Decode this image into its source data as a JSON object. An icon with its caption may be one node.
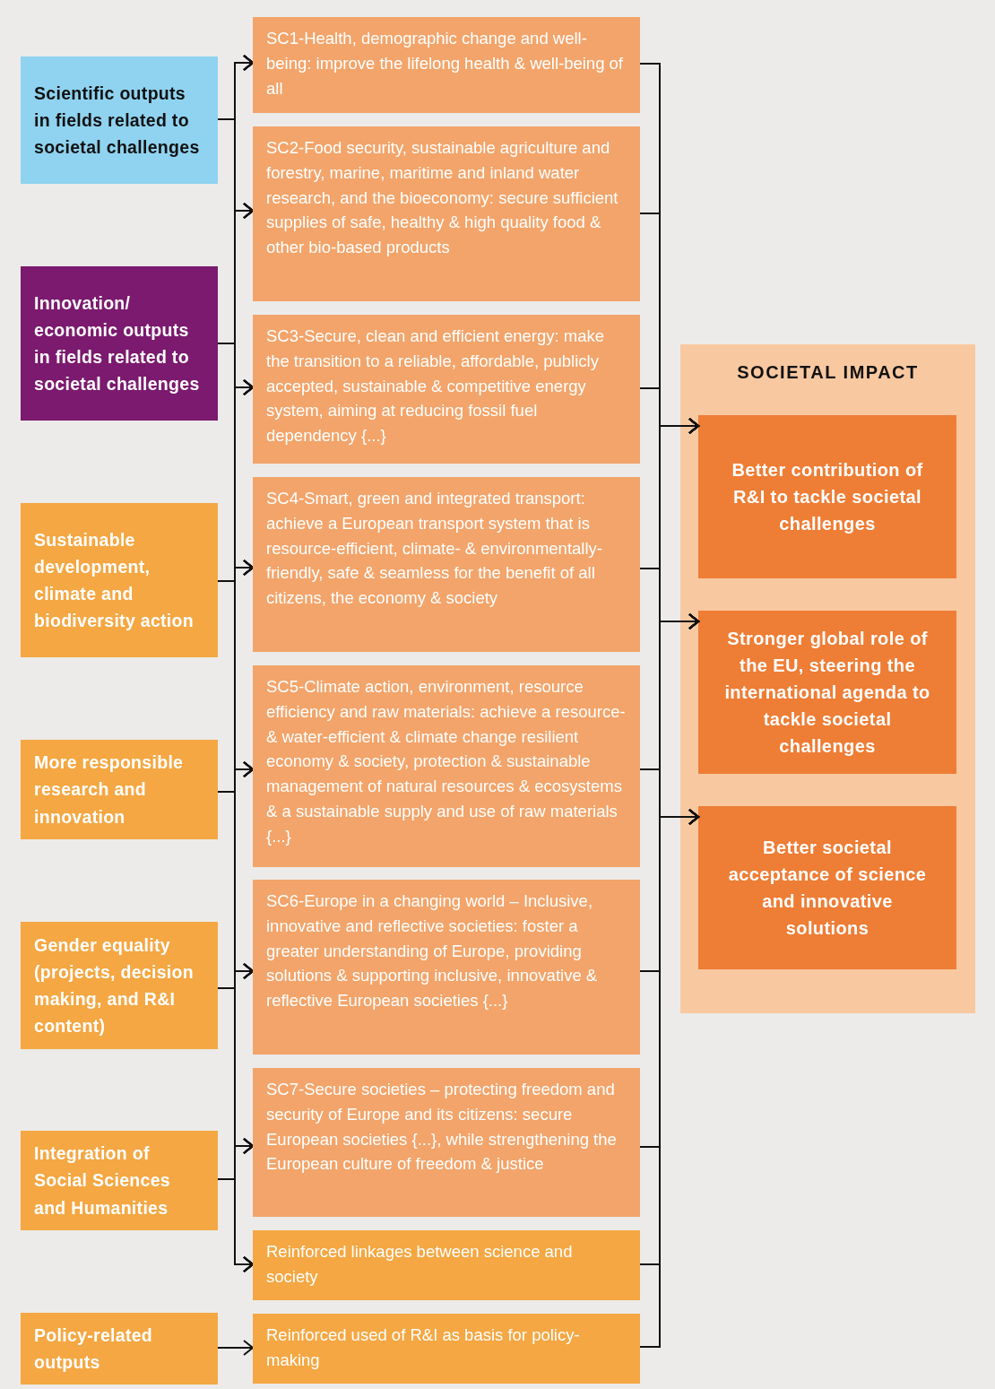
{
  "diagram": {
    "nodes": [
      {
        "text": [
          "Scientific outputs in fields related to societal challenges"
        ]
      },
      {
        "text": [
          "Innovation/ economic outputs in fields related to societal challenges"
        ]
      },
      {
        "text": [
          "Sustainable development, climate and biodiversity action"
        ]
      },
      {
        "text": [
          "More responsible research and innovation"
        ]
      },
      {
        "text": [
          "Gender equality (projects, decision making, and R&I content)"
        ]
      },
      {
        "text": [
          "Integration of Social Sciences and Humanities"
        ]
      },
      {
        "text": [
          "Policy-related outputs"
        ]
      },
      {
        "text": [
          "SC1-Health, demographic change and well-being: improve the lifelong health & well-being of all"
        ]
      },
      {
        "text": [
          "SC2-Food security, sustainable agriculture and forestry, marine, maritime and inland water research, and the bioeconomy: secure sufficient supplies of safe, healthy & high quality food & other bio-based products"
        ]
      },
      {
        "text": [
          "SC3-Secure, clean and efficient energy: make the transition to a reliable, affordable, publicly accepted, sustainable & competitive energy system, aiming at reducing fossil fuel dependency {...}"
        ]
      },
      {
        "text": [
          "SC4-Smart, green and integrated transport: achieve a European transport system that is resource-efficient, climate- & environmentally-friendly, safe & seamless for the benefit of all citizens, the economy & society"
        ]
      },
      {
        "text": [
          "SC5-Climate action, environment, resource efficiency and raw materials: achieve a resource- & water-efficient & climate change resilient economy & society, protection & sustainable management of natural resources & ecosystems & a sustainable supply and use of raw materials {...}"
        ]
      },
      {
        "text": [
          "SC6-Europe in a changing world – Inclusive, innovative and reflective societies: foster a greater understanding of Europe, providing solutions & supporting inclusive, innovative & reflective European societies {...}"
        ]
      },
      {
        "text": [
          "SC7-Secure societies – protecting freedom and security of Europe and its citizens: secure European societies {...}, while strengthening the European culture of freedom & justice"
        ]
      },
      {
        "text": [
          "Reinforced linkages between science and society"
        ]
      },
      {
        "text": [
          "Reinforced used of R&I as basis for policy-making"
        ]
      },
      {
        "text": [
          "SOCIETAL IMPACT"
        ]
      },
      {
        "text": [
          "Better contribution of R&I to tackle societal challenges"
        ],
        "in": 16
      },
      {
        "text": [
          "Stronger global role of the EU, steering the international agenda to tackle societal challenges"
        ],
        "in": 16
      },
      {
        "text": [
          "Better societal acceptance of science and innovative solutions"
        ],
        "in": 16
      }
    ],
    "edges": [
      {
        "from": 0,
        "to": 7,
        "arrow": "to"
      },
      {
        "from": 0,
        "to": 8,
        "arrow": "to"
      },
      {
        "from": 0,
        "to": 9,
        "arrow": "to"
      },
      {
        "from": 0,
        "to": 10,
        "arrow": "to"
      },
      {
        "from": 0,
        "to": 11,
        "arrow": "to"
      },
      {
        "from": 0,
        "to": 12,
        "arrow": "to"
      },
      {
        "from": 0,
        "to": 13,
        "arrow": "to"
      },
      {
        "from": 0,
        "to": 14,
        "arrow": "to"
      },
      {
        "from": 1,
        "to": 7,
        "arrow": "to"
      },
      {
        "from": 1,
        "to": 8,
        "arrow": "to"
      },
      {
        "from": 1,
        "to": 9,
        "arrow": "to"
      },
      {
        "from": 1,
        "to": 10,
        "arrow": "to"
      },
      {
        "from": 1,
        "to": 11,
        "arrow": "to"
      },
      {
        "from": 1,
        "to": 12,
        "arrow": "to"
      },
      {
        "from": 1,
        "to": 13,
        "arrow": "to"
      },
      {
        "from": 1,
        "to": 14,
        "arrow": "to"
      },
      {
        "from": 2,
        "to": 7,
        "arrow": "to"
      },
      {
        "from": 2,
        "to": 8,
        "arrow": "to"
      },
      {
        "from": 2,
        "to": 9,
        "arrow": "to"
      },
      {
        "from": 2,
        "to": 10,
        "arrow": "to"
      },
      {
        "from": 2,
        "to": 11,
        "arrow": "to"
      },
      {
        "from": 2,
        "to": 12,
        "arrow": "to"
      },
      {
        "from": 2,
        "to": 13,
        "arrow": "to"
      },
      {
        "from": 2,
        "to": 14,
        "arrow": "to"
      },
      {
        "from": 3,
        "to": 7,
        "arrow": "to"
      },
      {
        "from": 3,
        "to": 8,
        "arrow": "to"
      },
      {
        "from": 3,
        "to": 9,
        "arrow": "to"
      },
      {
        "from": 3,
        "to": 10,
        "arrow": "to"
      },
      {
        "from": 3,
        "to": 11,
        "arrow": "to"
      },
      {
        "from": 3,
        "to": 12,
        "arrow": "to"
      },
      {
        "from": 3,
        "to": 13,
        "arrow": "to"
      },
      {
        "from": 3,
        "to": 14,
        "arrow": "to"
      },
      {
        "from": 4,
        "to": 7,
        "arrow": "to"
      },
      {
        "from": 4,
        "to": 8,
        "arrow": "to"
      },
      {
        "from": 4,
        "to": 9,
        "arrow": "to"
      },
      {
        "from": 4,
        "to": 10,
        "arrow": "to"
      },
      {
        "from": 4,
        "to": 11,
        "arrow": "to"
      },
      {
        "from": 4,
        "to": 12,
        "arrow": "to"
      },
      {
        "from": 4,
        "to": 13,
        "arrow": "to"
      },
      {
        "from": 4,
        "to": 14,
        "arrow": "to"
      },
      {
        "from": 5,
        "to": 7,
        "arrow": "to"
      },
      {
        "from": 5,
        "to": 8,
        "arrow": "to"
      },
      {
        "from": 5,
        "to": 9,
        "arrow": "to"
      },
      {
        "from": 5,
        "to": 10,
        "arrow": "to"
      },
      {
        "from": 5,
        "to": 11,
        "arrow": "to"
      },
      {
        "from": 5,
        "to": 12,
        "arrow": "to"
      },
      {
        "from": 5,
        "to": 13,
        "arrow": "to"
      },
      {
        "from": 5,
        "to": 14,
        "arrow": "to"
      },
      {
        "from": 6,
        "to": 15,
        "arrow": "to"
      },
      {
        "from": 7,
        "to": 17,
        "arrow": "to"
      },
      {
        "from": 7,
        "to": 18,
        "arrow": "to"
      },
      {
        "from": 7,
        "to": 19,
        "arrow": "to"
      },
      {
        "from": 8,
        "to": 17,
        "arrow": "to"
      },
      {
        "from": 8,
        "to": 18,
        "arrow": "to"
      },
      {
        "from": 8,
        "to": 19,
        "arrow": "to"
      },
      {
        "from": 9,
        "to": 17,
        "arrow": "to"
      },
      {
        "from": 9,
        "to": 18,
        "arrow": "to"
      },
      {
        "from": 9,
        "to": 19,
        "arrow": "to"
      },
      {
        "from": 10,
        "to": 17,
        "arrow": "to"
      },
      {
        "from": 10,
        "to": 18,
        "arrow": "to"
      },
      {
        "from": 10,
        "to": 19,
        "arrow": "to"
      },
      {
        "from": 11,
        "to": 17,
        "arrow": "to"
      },
      {
        "from": 11,
        "to": 18,
        "arrow": "to"
      },
      {
        "from": 11,
        "to": 19,
        "arrow": "to"
      },
      {
        "from": 12,
        "to": 17,
        "arrow": "to"
      },
      {
        "from": 12,
        "to": 18,
        "arrow": "to"
      },
      {
        "from": 12,
        "to": 19,
        "arrow": "to"
      },
      {
        "from": 13,
        "to": 17,
        "arrow": "to"
      },
      {
        "from": 13,
        "to": 18,
        "arrow": "to"
      },
      {
        "from": 13,
        "to": 19,
        "arrow": "to"
      },
      {
        "from": 14,
        "to": 17,
        "arrow": "to"
      },
      {
        "from": 14,
        "to": 18,
        "arrow": "to"
      },
      {
        "from": 14,
        "to": 19,
        "arrow": "to"
      },
      {
        "from": 15,
        "to": 17,
        "arrow": "to"
      },
      {
        "from": 15,
        "to": 18,
        "arrow": "to"
      },
      {
        "from": 15,
        "to": 19,
        "arrow": "to"
      }
    ]
  }
}
